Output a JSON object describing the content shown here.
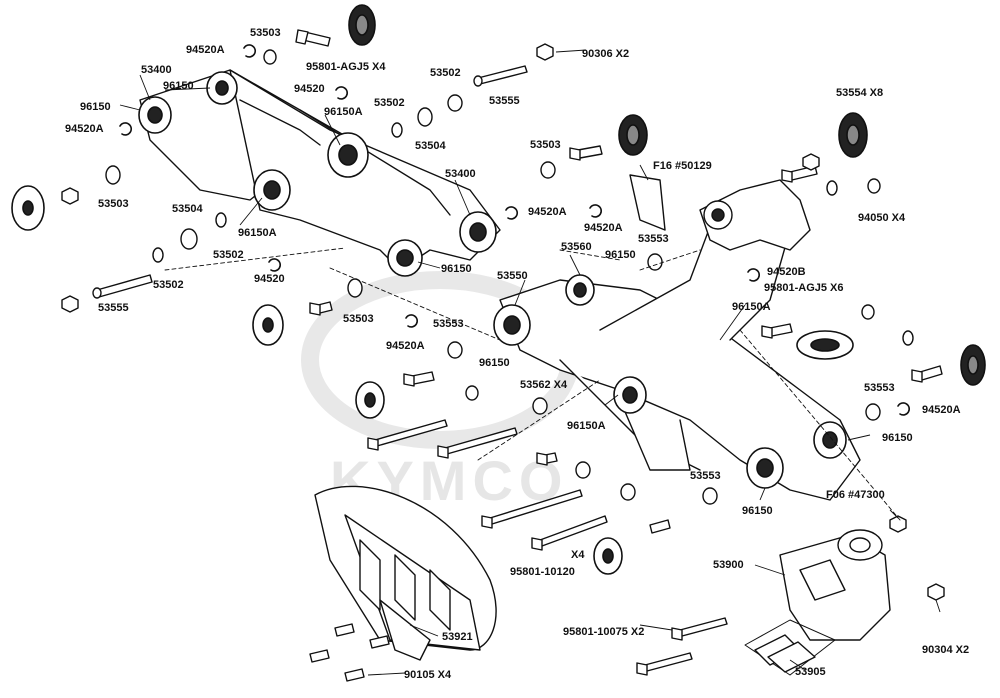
{
  "watermark": {
    "brand": "KYMCO"
  },
  "labels": {
    "l53503a": "53503",
    "l94520Aa": "94520A",
    "l95801AGJ5x4": "95801-AGJ5 X4",
    "l90306x2": "90306  X2",
    "l53400a": "53400",
    "l96150a": "96150",
    "l96150b": "96150",
    "l94520a": "94520",
    "l53502a": "53502",
    "l53555a": "53555",
    "l53502b": "53502",
    "l94520Ab": "94520A",
    "l96150Aa": "96150A",
    "l53504a": "53504",
    "l53554x8": "53554  X8",
    "l53503b": "53503",
    "l53503c": "53503",
    "lF16": "F16 #50129",
    "l53400b": "53400",
    "l94520Ac": "94520A",
    "l94520Ad": "94520A",
    "l94050x4": "94050  X4",
    "l53504b": "53504",
    "l96150Ab": "96150A",
    "l53502c": "53502",
    "l53553a": "53553",
    "l53560": "53560",
    "l96150c": "96150",
    "l94520b": "94520",
    "l96150d": "96150",
    "l94520B": "94520B",
    "l53502d": "53502",
    "l53550": "53550",
    "l95801AGJ5x6": "95801-AGJ5 X6",
    "l53555b": "53555",
    "l53503d": "53503",
    "l96150Ac": "96150A",
    "l53553b": "53553",
    "l94520Ae": "94520A",
    "l96150e": "96150",
    "l53562x4": "53562  X4",
    "l53553c": "53553",
    "l94520Af": "94520A",
    "l96150Ad": "96150A",
    "l96150f": "96150",
    "l53553d": "53553",
    "lF06": "F06 #47300",
    "l96150g": "96150",
    "lx4": "X4",
    "l95801_10120": "95801-10120",
    "l53900": "53900",
    "l53921": "53921",
    "l95801_10075": "95801-10075  X2",
    "l90304x2": "90304   X2",
    "l90105x4": "90105  X4",
    "l53905": "53905"
  }
}
